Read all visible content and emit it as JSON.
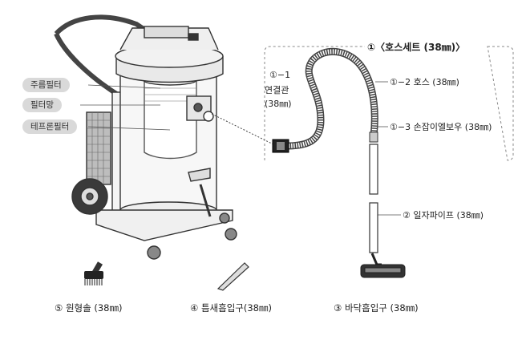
{
  "hose_set": {
    "title": "①〈호스세트 (38㎜)〉"
  },
  "machine_labels": [
    {
      "id": "main-filter",
      "text": "주름필터"
    },
    {
      "id": "filter-net",
      "text": "필터망"
    },
    {
      "id": "teflon-filter",
      "text": "테프론필터"
    }
  ],
  "parts": {
    "connector": {
      "line1": "①−1",
      "line2": "연결관",
      "line3": "(38㎜)"
    },
    "hose": "①−2 호스 (38㎜)",
    "elbow": "①−3 손잡이엘보우 (38㎜)",
    "pipe": "② 일자파이프 (38㎜)"
  },
  "captions": {
    "round_brush": "⑤ 원형솔 (38㎜)",
    "crevice": "④ 틈새흡입구(38㎜)",
    "floor_nozzle": "③ 바닥흡입구 (38㎜)"
  }
}
